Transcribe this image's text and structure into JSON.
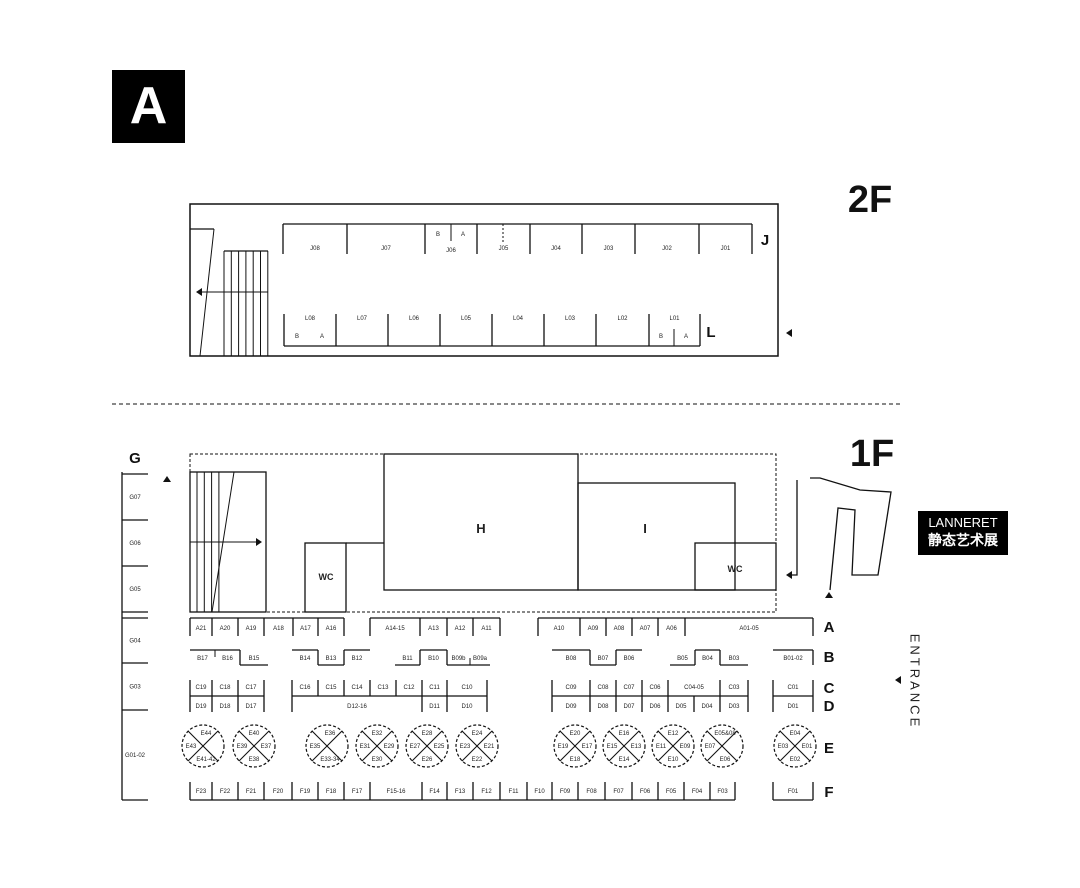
{
  "section_label": "A",
  "floor_2": {
    "title": "2F",
    "row_j_label": "J",
    "row_l_label": "L",
    "j_booths": [
      "J08",
      "J07",
      "J06",
      "J05",
      "J04",
      "J03",
      "J02",
      "J01"
    ],
    "j06_sub": [
      "B",
      "A"
    ],
    "l_booths": [
      "L08",
      "L07",
      "L06",
      "L05",
      "L04",
      "L03",
      "L02",
      "L01"
    ],
    "l08_sub": [
      "B",
      "A"
    ],
    "l01_sub": [
      "B",
      "A"
    ]
  },
  "floor_1": {
    "title": "1F",
    "room_h": "H",
    "room_i": "I",
    "wc_left": "WC",
    "wc_right": "WC",
    "g_label": "G",
    "g_booths": [
      "G07",
      "G06",
      "G05",
      "G04",
      "G03",
      "G01-02"
    ],
    "row_letters": [
      "A",
      "B",
      "C",
      "D",
      "E",
      "F"
    ],
    "a_booths": [
      "A21",
      "A20",
      "A19",
      "A18",
      "A17",
      "A16",
      "A14-15",
      "A13",
      "A12",
      "A11",
      "A10",
      "A09",
      "A08",
      "A07",
      "A06",
      "A01-05"
    ],
    "b_booths": [
      "B17",
      "B16",
      "B15",
      "B14",
      "B13",
      "B12",
      "B11",
      "B10",
      "B09b",
      "B09a",
      "B08",
      "B07",
      "B06",
      "B05",
      "B04",
      "B03",
      "B01-02"
    ],
    "c_booths": [
      "C19",
      "C18",
      "C17",
      "C16",
      "C15",
      "C14",
      "C13",
      "C12",
      "C11",
      "C10",
      "C09",
      "C08",
      "C07",
      "C06",
      "C04-05",
      "C03",
      "C01"
    ],
    "d_booths": [
      "D19",
      "D18",
      "D17",
      "D12-16",
      "D11",
      "D10",
      "D09",
      "D08",
      "D07",
      "D06",
      "D05",
      "D04",
      "D03",
      "D01"
    ],
    "e_clusters": [
      [
        "E44",
        "E43",
        "",
        "E41-42"
      ],
      [
        "E40",
        "E39",
        "E37",
        "E38"
      ],
      [
        "E36",
        "E35",
        "",
        "E33-34"
      ],
      [
        "E32",
        "E31",
        "E29",
        "E30"
      ],
      [
        "E28",
        "E27",
        "E25",
        "E26"
      ],
      [
        "E24",
        "E23",
        "E21",
        "E22"
      ],
      [
        "E20",
        "E19",
        "E17",
        "E18"
      ],
      [
        "E16",
        "E15",
        "E13",
        "E14"
      ],
      [
        "E12",
        "E11",
        "E09",
        "E10"
      ],
      [
        "E05&08",
        "E07",
        "",
        "E06"
      ],
      [
        "E04",
        "E03",
        "E01",
        "E02"
      ]
    ],
    "f_booths": [
      "F23",
      "F22",
      "F21",
      "F20",
      "F19",
      "F18",
      "F17",
      "F15-16",
      "F14",
      "F13",
      "F12",
      "F11",
      "F10",
      "F09",
      "F08",
      "F07",
      "F06",
      "F05",
      "F04",
      "F03",
      "F01"
    ]
  },
  "brand": {
    "line1": "LANNERET",
    "line2": "静态艺术展"
  },
  "entrance_label": "ENTRANCE"
}
